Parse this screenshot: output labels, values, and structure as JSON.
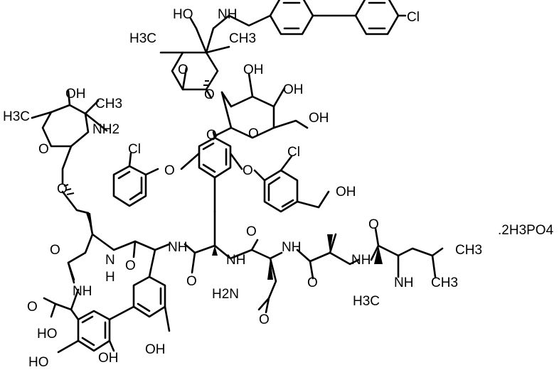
{
  "labels": {
    "ho_top": "HO",
    "nh_top": "NH",
    "cl_biphenyl": "Cl",
    "h3c_top": "H3C",
    "ch3_top": "CH3",
    "o_top_ring": "O",
    "o_top_link": "O",
    "oh_a": "OH",
    "oh_b": "OH",
    "oh_c": "OH",
    "o_glucose_ring": "O",
    "o_glucose_link": "O",
    "oh_left": "OH",
    "ch3_left": "CH3",
    "h3c_left": "H3C",
    "nh2_left": "NH2",
    "o_left_ring": "O",
    "o_left_link": "O",
    "cl_left": "Cl",
    "cl_right": "Cl",
    "o_ether_left": "O",
    "o_ether_right": "O",
    "oh_benzylic": "OH",
    "o_carbonyl_1": "O",
    "nh_1": "N",
    "h_1": "H",
    "o_carbonyl_2": "O",
    "nh_2": "NH",
    "o_carbonyl_3": "O",
    "nh_3": "NH",
    "o_carbonyl_4": "O",
    "nh_4": "NH",
    "o_carbonyl_5": "O",
    "nh_5": "NH",
    "o_carbonyl_6": "O",
    "ch3_leu1": "CH3",
    "ch3_leu2": "CH3",
    "nh_n": "NH",
    "h3c_n": "H3C",
    "h2n_amide": "H2N",
    "o_amide": "O",
    "nh_macro": "NH",
    "o_acid": "O",
    "ho_acid": "HO",
    "oh_phenol": "OH",
    "ho_resorcinol": "HO",
    "oh_resorcinol": "OH",
    "salt": ".2H3PO4"
  }
}
